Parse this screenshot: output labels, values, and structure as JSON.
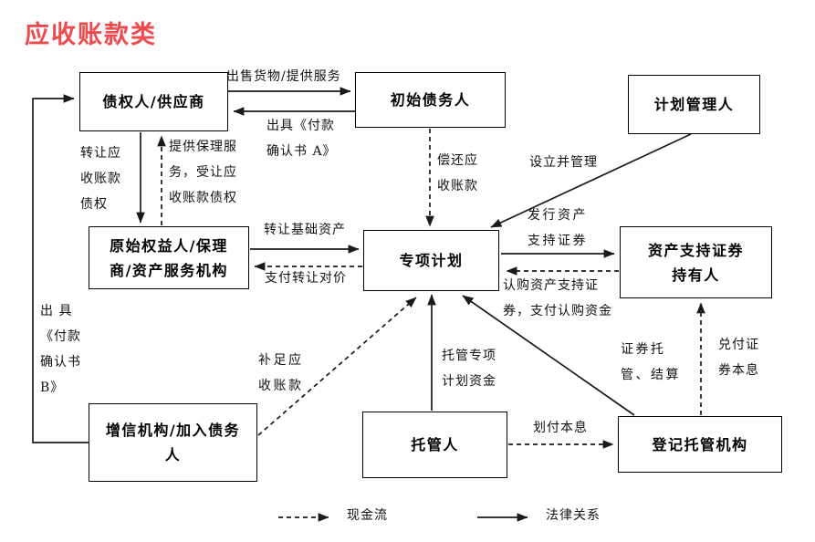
{
  "title": "应收账款类",
  "colors": {
    "title": "#ee4b4e",
    "line": "#1a1a1a"
  },
  "nodes": {
    "creditor": "债权人/供应商",
    "initial_debtor": "初始债务人",
    "plan_manager": "计划管理人",
    "originator": [
      "原始权益人/保理",
      "商/资产服务机构"
    ],
    "special_plan": "专项计划",
    "abs_holder": [
      "资产支持证券",
      "持有人"
    ],
    "credit_enhancer": [
      "增信机构/加入债务",
      "人"
    ],
    "custodian": "托管人",
    "registrar": "登记托管机构"
  },
  "edge_labels": {
    "sell_goods": "出售货物/提供服务",
    "confirm_a": [
      "出具《付款",
      "确认书 A》"
    ],
    "transfer_receivable": [
      "转让应",
      "收账款",
      "债权"
    ],
    "factoring": [
      "提供保理服",
      "务，受让应",
      "收账款债权"
    ],
    "repay": [
      "偿还应",
      "收账款"
    ],
    "setup_manage": "设立并管理",
    "issue_abs": [
      "发行资产",
      "支持证券"
    ],
    "subscribe": [
      "认购资产支持证",
      "券，支付认购资金"
    ],
    "transfer_asset": "转让基础资产",
    "pay_consideration": "支付转让对价",
    "confirm_b": [
      "出 具",
      "《付款",
      "确认书",
      "B》"
    ],
    "top_up": [
      "补足应",
      "收账款"
    ],
    "custody_funds": [
      "托管专项",
      "计划资金"
    ],
    "pay_principal": "划付本息",
    "custody_settle": [
      "证券托",
      "管、结算"
    ],
    "redeem": [
      "兑付证",
      "券本息"
    ]
  },
  "legend": {
    "cash_flow": "现金流",
    "legal": "法律关系"
  }
}
